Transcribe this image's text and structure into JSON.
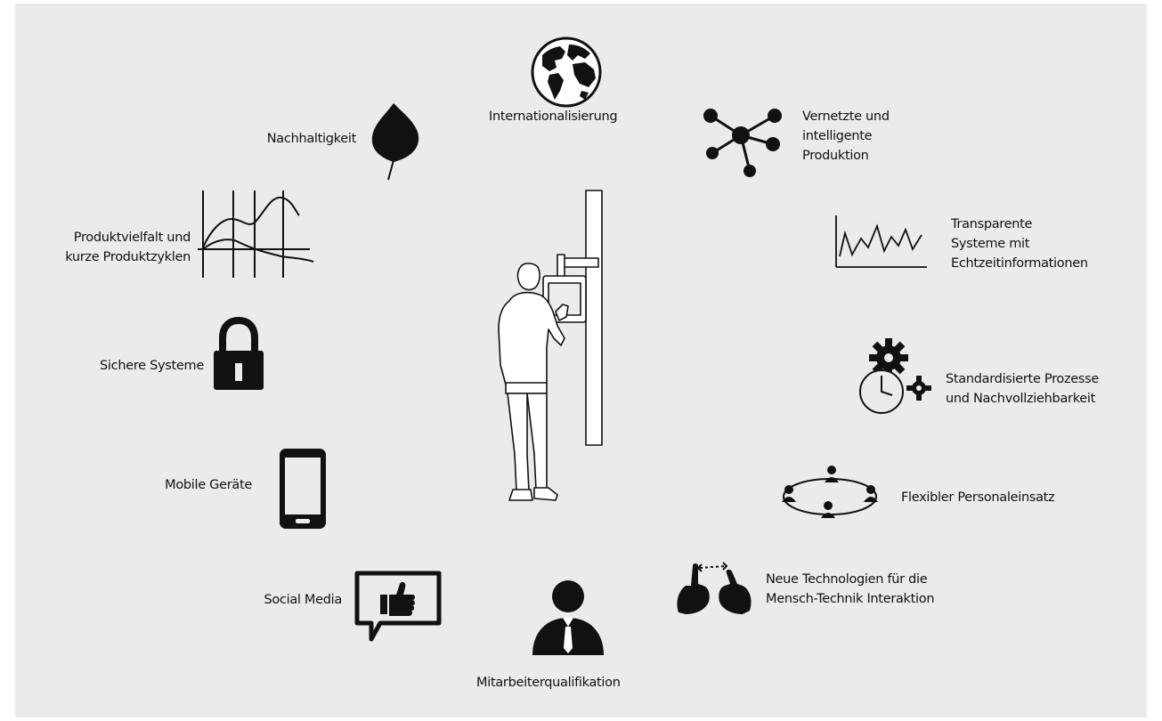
{
  "labels": {
    "internationalisierung": "Internationalisierung",
    "vernetzte_1": "Vernetzte und",
    "vernetzte_2": "intelligente",
    "vernetzte_3": "Produktion",
    "transparente_1": "Transparente",
    "transparente_2": "Systeme mit",
    "transparente_3": "Echtzeitinformationen",
    "standard_1": "Standardisierte Prozesse",
    "standard_2": "und Nachvollziehbarkeit",
    "flexibler": "Flexibler Personaleinsatz",
    "neue_1": "Neue Technologien für die",
    "neue_2": "Mensch-Technik Interaktion",
    "mitarbeiter": "Mitarbeiterqualifikation",
    "social": "Social Media",
    "mobile": "Mobile Geräte",
    "sichere": "Sichere Systeme",
    "produkt_1": "Produktvielfalt und",
    "produkt_2": "kurze Produktzyklen",
    "nachhaltigkeit": "Nachhaltigkeit"
  },
  "icons": [
    "globe-icon",
    "network-icon",
    "chart-line-icon",
    "gears-clock-icon",
    "people-orbit-icon",
    "hands-gesture-icon",
    "employee-icon",
    "thumbs-up-chat-icon",
    "smartphone-icon",
    "padlock-icon",
    "product-cycle-chart-icon",
    "leaf-icon",
    "worker-terminal-illustration"
  ],
  "colors": {
    "background": "#ebebeb",
    "ink": "#111111"
  }
}
